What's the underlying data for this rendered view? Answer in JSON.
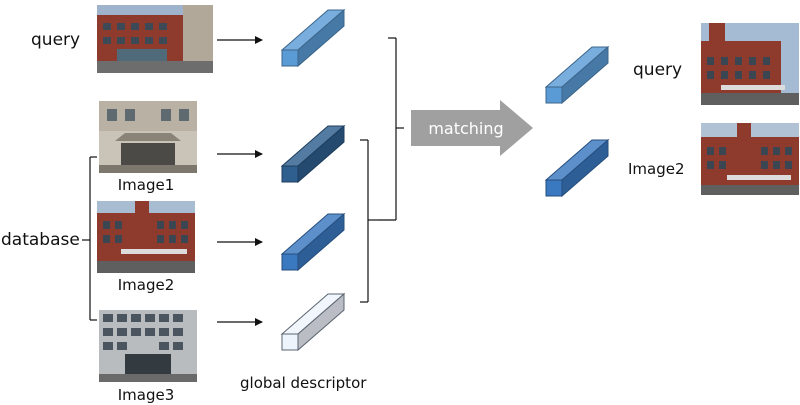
{
  "labels": {
    "query_left": "query",
    "database": "database",
    "image1": "Image1",
    "image2": "Image2",
    "image3": "Image3",
    "global_descriptor": "global descriptor",
    "matching": "matching",
    "query_right": "query",
    "image2_right": "Image2"
  },
  "colors": {
    "descriptor_query": "#5b9bd5",
    "descriptor_image1": "#2f5f8f",
    "descriptor_image2": "#3a78c0",
    "descriptor_image3": "#eef4fb",
    "matching_arrow": "#a0a0a0",
    "brick": "#8e3b2e"
  },
  "icons": {
    "query_photo": "brick-building-photo",
    "image1_photo": "stone-building-entrance-photo",
    "image2_photo": "brick-building-canopy-photo",
    "image3_photo": "grey-office-building-photo"
  }
}
